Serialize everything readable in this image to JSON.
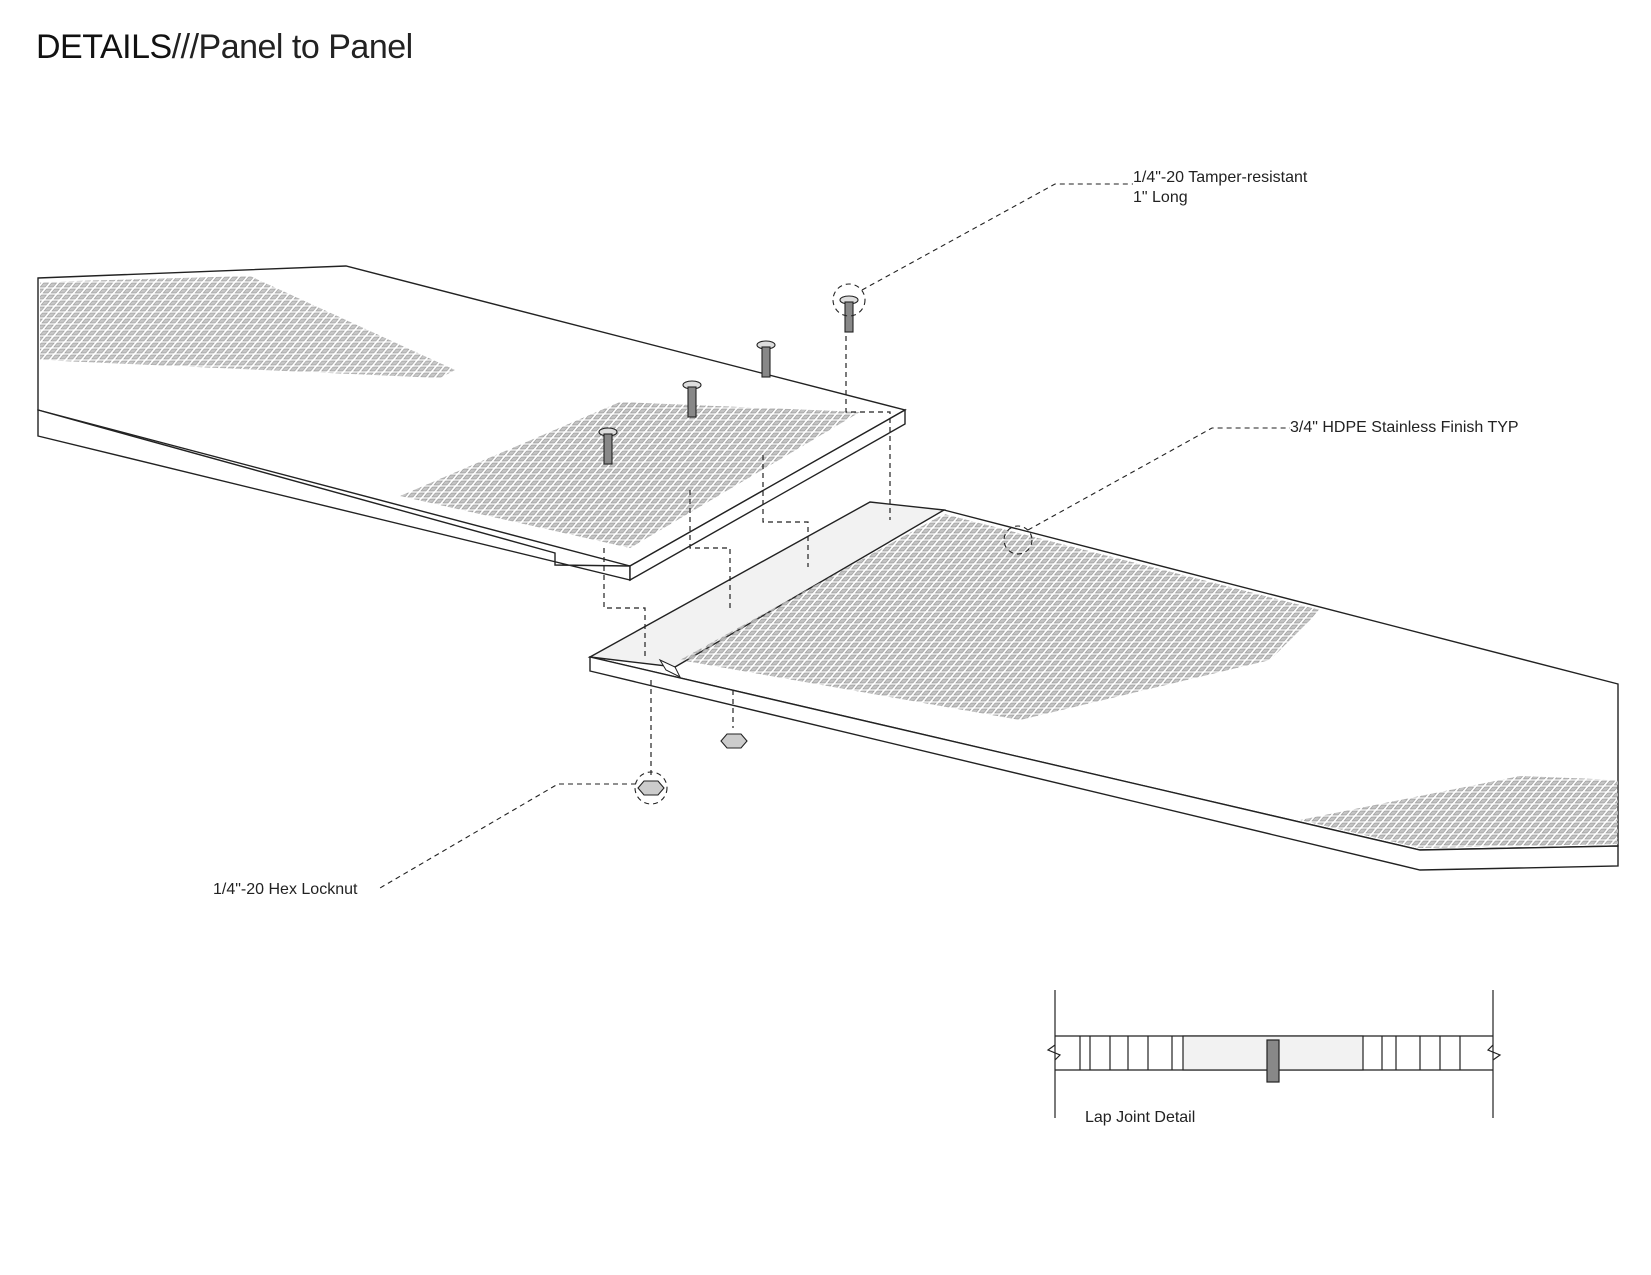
{
  "title": {
    "main": "DETAILS",
    "separator": "///",
    "subtitle": "Panel to Panel"
  },
  "callouts": {
    "screw_line1": "1/4\"-20 Tamper-resistant",
    "screw_line2": "1\" Long",
    "finish": "3/4\" HDPE Stainless Finish TYP",
    "locknut": "1/4\"-20 Hex Locknut"
  },
  "section_detail": {
    "caption": "Lap Joint Detail"
  },
  "colors": {
    "line": "#222222",
    "panel_face": "#ffffff",
    "lap_strip": "#f2f2f2",
    "cell": "#9a9a9a"
  }
}
